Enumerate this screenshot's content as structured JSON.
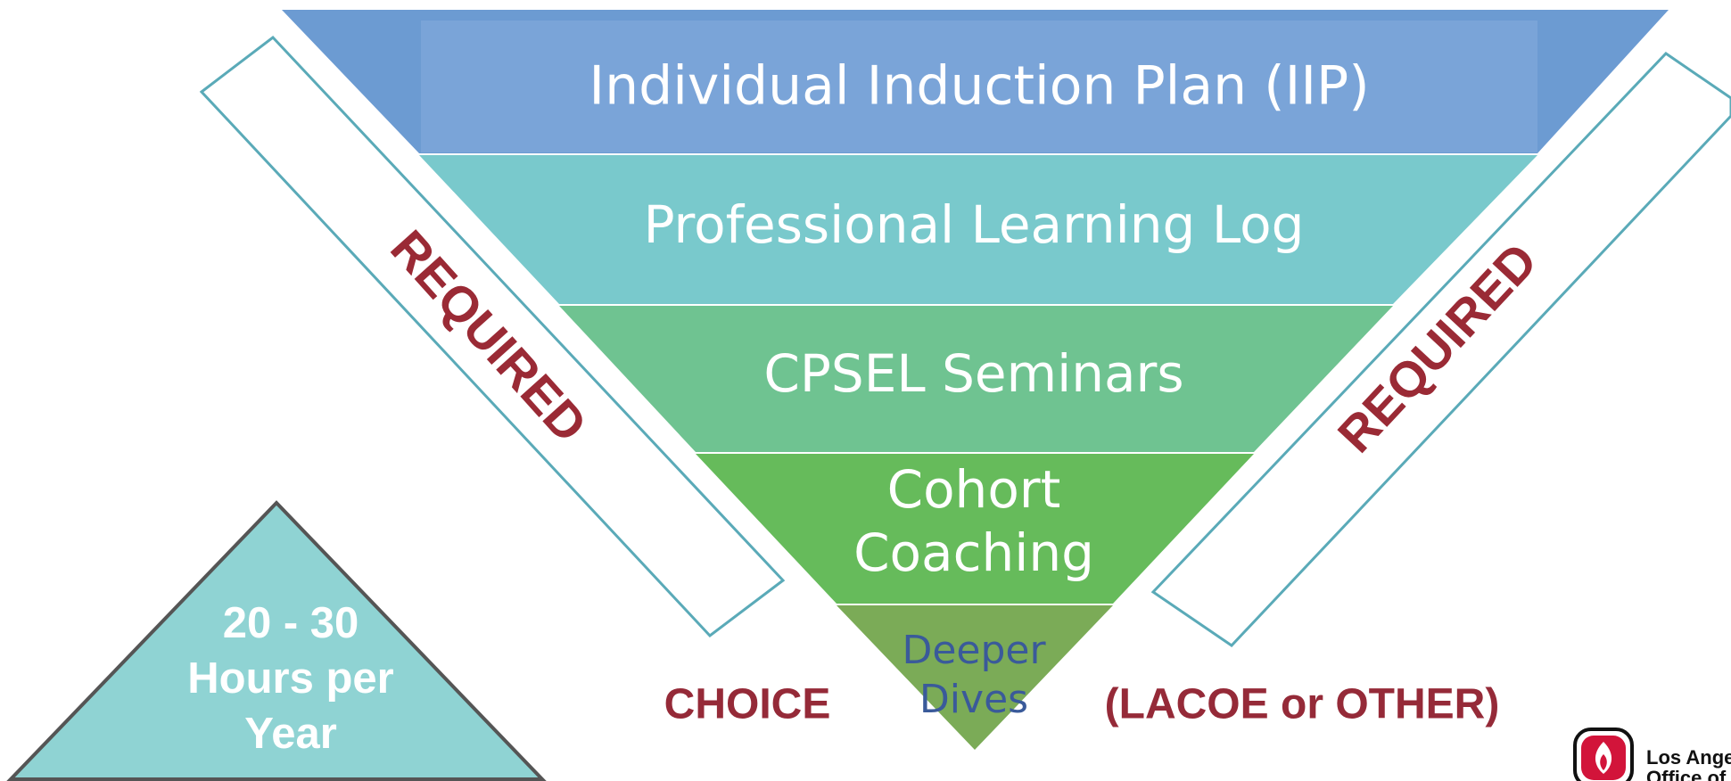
{
  "funnel": {
    "levels": [
      {
        "label": "Individual Induction Plan (IIP)",
        "color": "#7aa4d8"
      },
      {
        "label": "Professional Learning Log",
        "color": "#79c9cc"
      },
      {
        "label": "CPSEL Seminars",
        "color": "#6fc391"
      },
      {
        "label": "Cohort",
        "label2": "Coaching",
        "color": "#66bb5b"
      },
      {
        "label": "Deeper",
        "label2": "Dives",
        "color": "#7bab57"
      }
    ],
    "top_band_color": "#6c9bd2",
    "text_color": "#ffffff",
    "tip_text_color": "#3a5a9a"
  },
  "side_bands": {
    "left_label": "REQUIRED",
    "right_label": "REQUIRED",
    "border_color": "#5aaab8",
    "text_color": "#9a2a35"
  },
  "bottom_row": {
    "choice": "CHOICE",
    "lacoe": "(LACOE or OTHER)",
    "text_color": "#952a38"
  },
  "hours_triangle": {
    "line1": "20 - 30",
    "line2": "Hours per",
    "line3": "Year",
    "fill": "#8fd3d3",
    "stroke": "#555555"
  },
  "logo": {
    "icon": "flame-logo-icon",
    "line1": "Los Ange",
    "line2": "Office of",
    "color": "#d2143a"
  }
}
